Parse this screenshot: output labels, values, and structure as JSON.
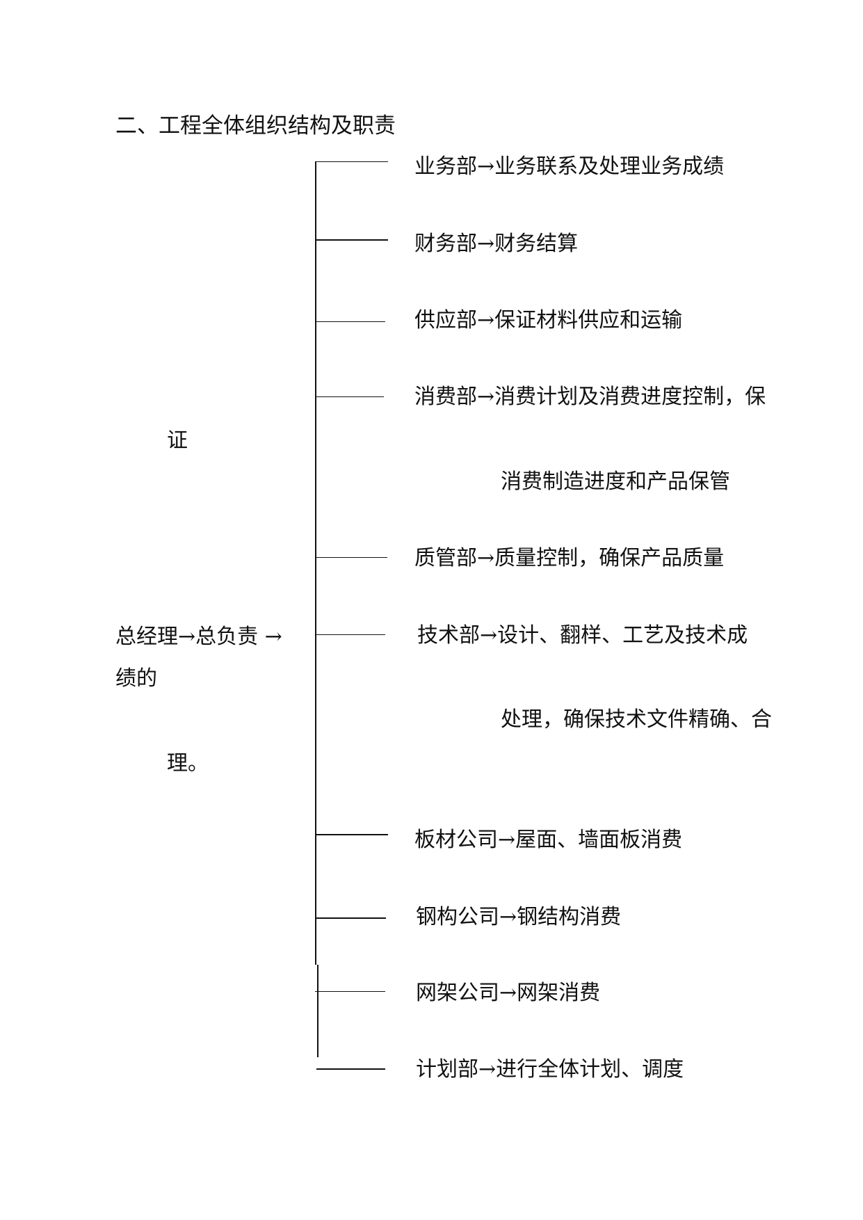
{
  "heading": "二、工程全体组织结构及职责",
  "left_block": {
    "fragment_top": "证",
    "root": "总经理→总负责 →",
    "continuation": "绩的",
    "fragment_bottom": "理。"
  },
  "branches": [
    {
      "text": "业务部→业务联系及处理业务成绩"
    },
    {
      "text": "财务部→财务结算"
    },
    {
      "text": "供应部→保证材料供应和运输"
    },
    {
      "text": "消费部→消费计划及消费进度控制，保",
      "continuation": "消费制造进度和产品保管"
    },
    {
      "text": "质管部→质量控制，确保产品质量"
    },
    {
      "text": "技术部→设计、翻样、工艺及技术成",
      "continuation": "处理，确保技术文件精确、合"
    },
    {
      "text": "板材公司→屋面、墙面板消费"
    },
    {
      "text": "钢构公司→钢结构消费"
    },
    {
      "text": "网架公司→网架消费"
    },
    {
      "text": "计划部→进行全体计划、调度"
    }
  ]
}
